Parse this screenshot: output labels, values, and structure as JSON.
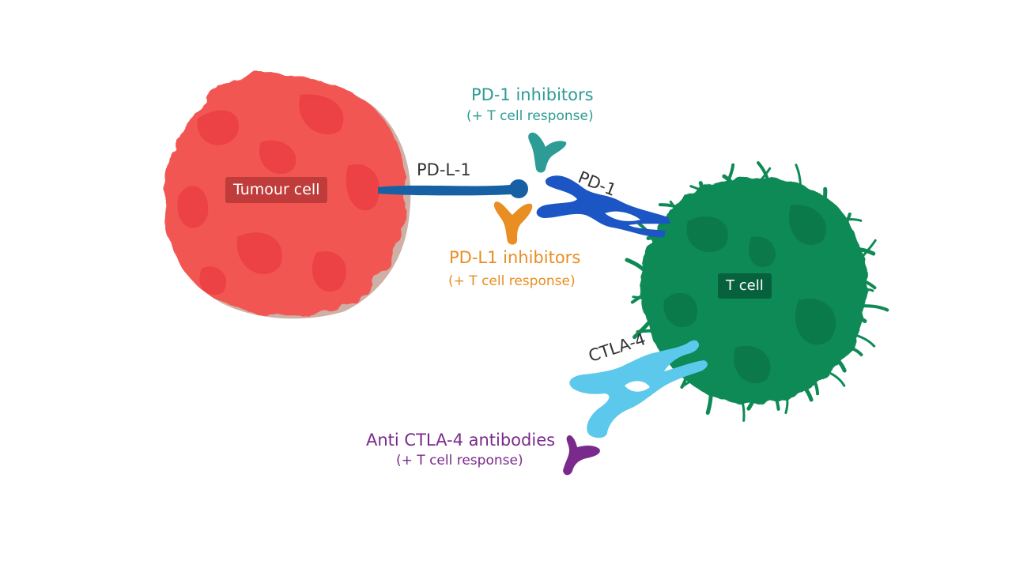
{
  "colors": {
    "tumour": "#f25752",
    "tumour_dark": "#e8303a",
    "tcell": "#0e8a55",
    "tcell_dark": "#0a6f43",
    "pdl1": "#1660a3",
    "pd1": "#1c55c4",
    "ctla4": "#5bc8ec",
    "pd1_inhibitor": "#2d9b96",
    "pdl1_inhibitor": "#e88e22",
    "anti_ctla4": "#7a2a8c",
    "label_dark": "#333333"
  },
  "cells": {
    "tumour": "Tumour cell",
    "tcell": "T cell"
  },
  "receptors": {
    "pdl1": "PD-L-1",
    "pd1": "PD-1",
    "ctla4": "CTLA-4"
  },
  "drugs": {
    "pd1_inhibitors": {
      "title": "PD-1 inhibitors",
      "note": "(+ T cell response)"
    },
    "pdl1_inhibitors": {
      "title": "PD-L1 inhibitors",
      "note": "(+ T cell response)"
    },
    "anti_ctla4": {
      "title": "Anti CTLA-4 antibodies",
      "note": "(+ T cell response)"
    }
  }
}
